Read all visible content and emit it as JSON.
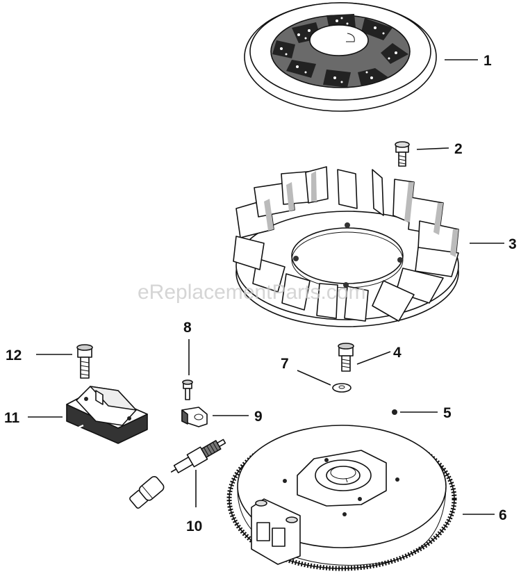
{
  "watermark": "eReplacementParts.com",
  "callouts": [
    {
      "id": "1",
      "label": "1"
    },
    {
      "id": "2",
      "label": "2"
    },
    {
      "id": "3",
      "label": "3"
    },
    {
      "id": "4",
      "label": "4"
    },
    {
      "id": "5",
      "label": "5"
    },
    {
      "id": "6",
      "label": "6"
    },
    {
      "id": "7",
      "label": "7"
    },
    {
      "id": "8",
      "label": "8"
    },
    {
      "id": "9",
      "label": "9"
    },
    {
      "id": "10",
      "label": "10"
    },
    {
      "id": "11",
      "label": "11"
    },
    {
      "id": "12",
      "label": "12"
    }
  ]
}
